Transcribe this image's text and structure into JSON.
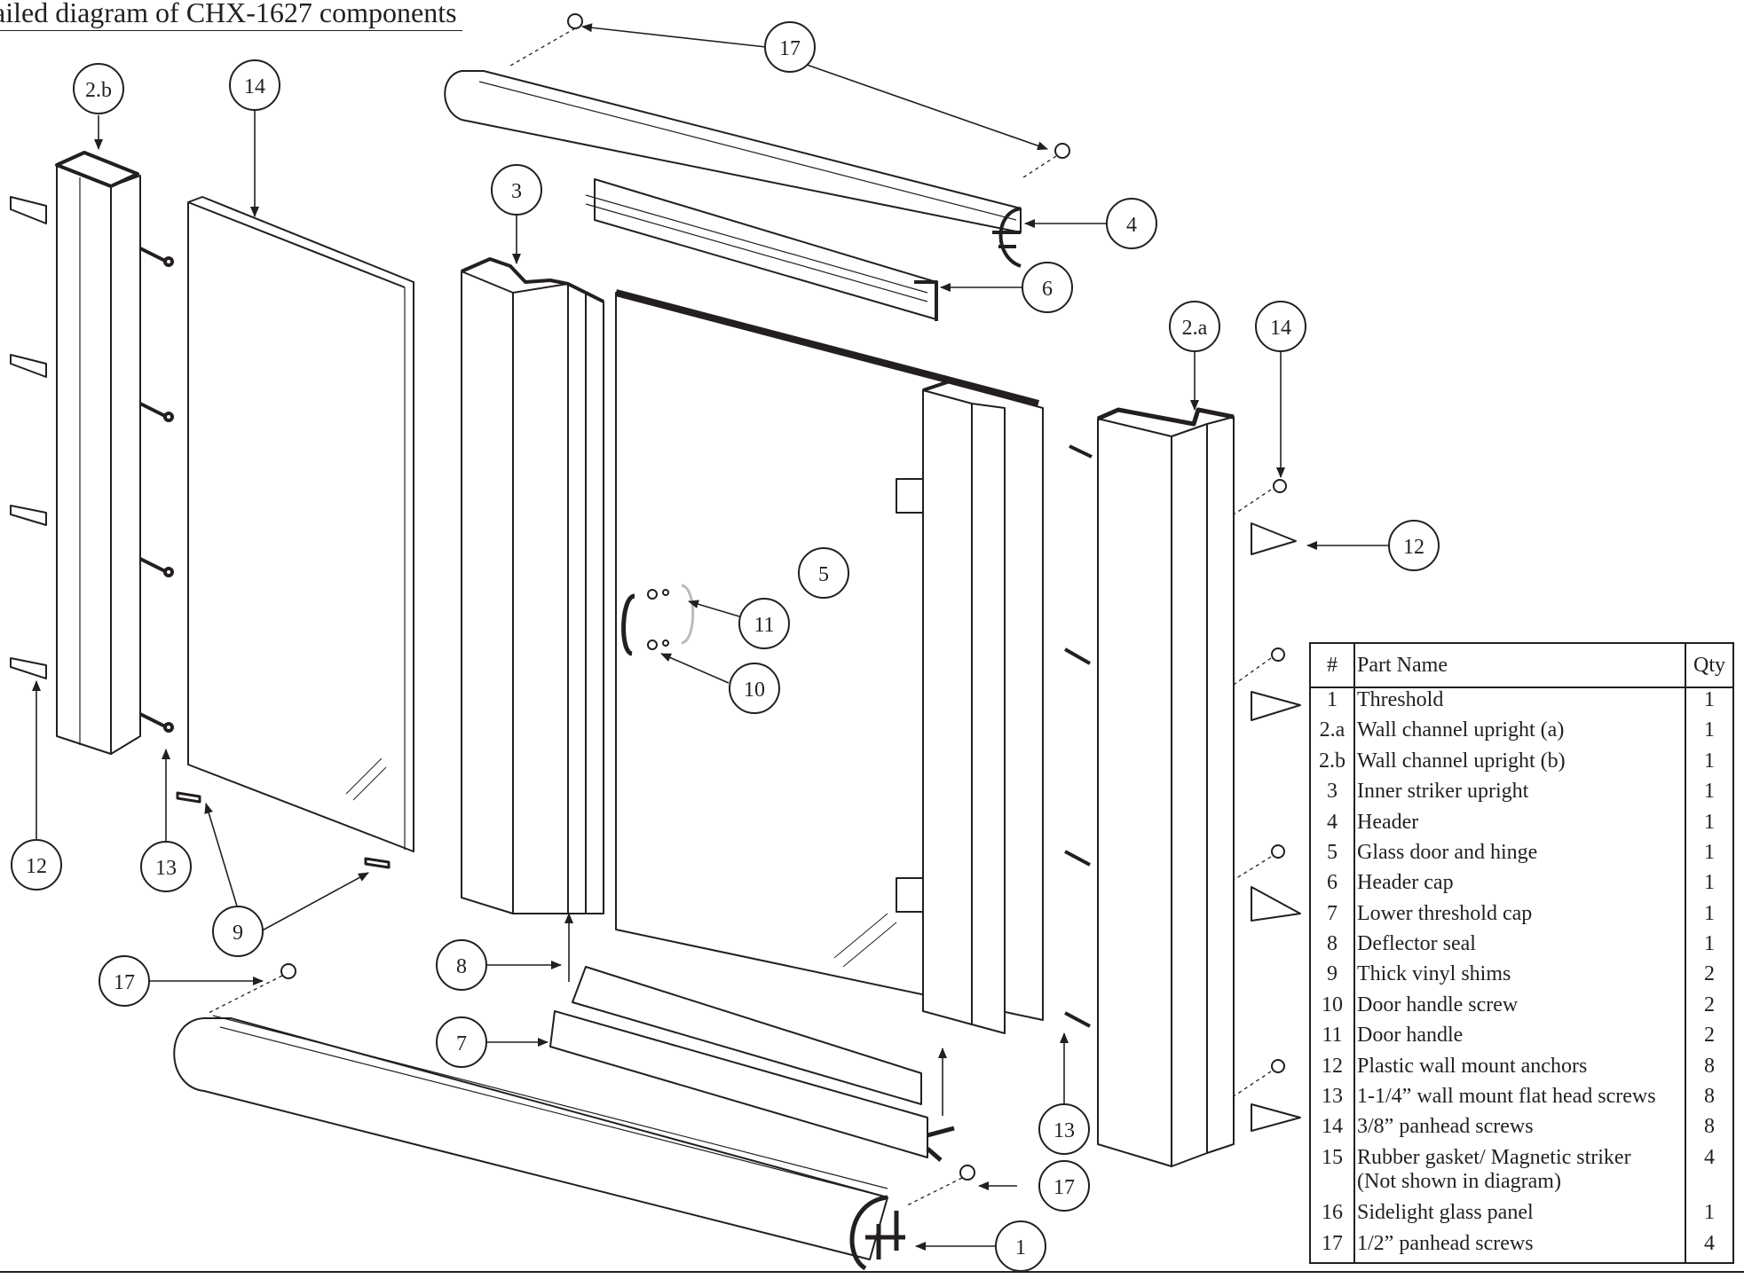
{
  "title": "ailed diagram of CHX-1627 components",
  "callouts": [
    {
      "label": "17"
    },
    {
      "label": "17"
    },
    {
      "label": "17"
    },
    {
      "label": "2.b"
    },
    {
      "label": "14"
    },
    {
      "label": "3"
    },
    {
      "label": "4"
    },
    {
      "label": "6"
    },
    {
      "label": "2.a"
    },
    {
      "label": "14"
    },
    {
      "label": "12"
    },
    {
      "label": "5"
    },
    {
      "label": "11"
    },
    {
      "label": "10"
    },
    {
      "label": "12"
    },
    {
      "label": "13"
    },
    {
      "label": "9"
    },
    {
      "label": "8"
    },
    {
      "label": "7"
    },
    {
      "label": "13"
    },
    {
      "label": "1"
    }
  ],
  "parts_table": {
    "headers": [
      "#",
      "Part Name",
      "Qty"
    ],
    "rows": [
      {
        "num": "1",
        "name": "Threshold",
        "qty": "1"
      },
      {
        "num": "2.a",
        "name": "Wall channel upright (a)",
        "qty": "1"
      },
      {
        "num": "2.b",
        "name": "Wall channel upright (b)",
        "qty": "1"
      },
      {
        "num": "3",
        "name": "Inner striker upright",
        "qty": "1"
      },
      {
        "num": "4",
        "name": "Header",
        "qty": "1"
      },
      {
        "num": "5",
        "name": "Glass door and hinge",
        "qty": "1"
      },
      {
        "num": "6",
        "name": "Header cap",
        "qty": "1"
      },
      {
        "num": "7",
        "name": "Lower threshold cap",
        "qty": "1"
      },
      {
        "num": "8",
        "name": "Deflector seal",
        "qty": "1"
      },
      {
        "num": "9",
        "name": "Thick vinyl shims",
        "qty": "2"
      },
      {
        "num": "10",
        "name": "Door handle screw",
        "qty": "2"
      },
      {
        "num": "11",
        "name": "Door handle",
        "qty": "2"
      },
      {
        "num": "12",
        "name": "Plastic wall mount anchors",
        "qty": "8"
      },
      {
        "num": "13",
        "name": "1-1/4” wall mount flat head screws",
        "qty": "8"
      },
      {
        "num": "14",
        "name": "3/8” panhead screws",
        "qty": "8"
      },
      {
        "num": "15",
        "name": "Rubber gasket/ Magnetic striker",
        "name2": "(Not shown in diagram)",
        "qty": "4"
      },
      {
        "num": "16",
        "name": "Sidelight glass panel",
        "qty": "1"
      },
      {
        "num": "17",
        "name": "1/2” panhead screws",
        "qty": "4"
      }
    ]
  }
}
